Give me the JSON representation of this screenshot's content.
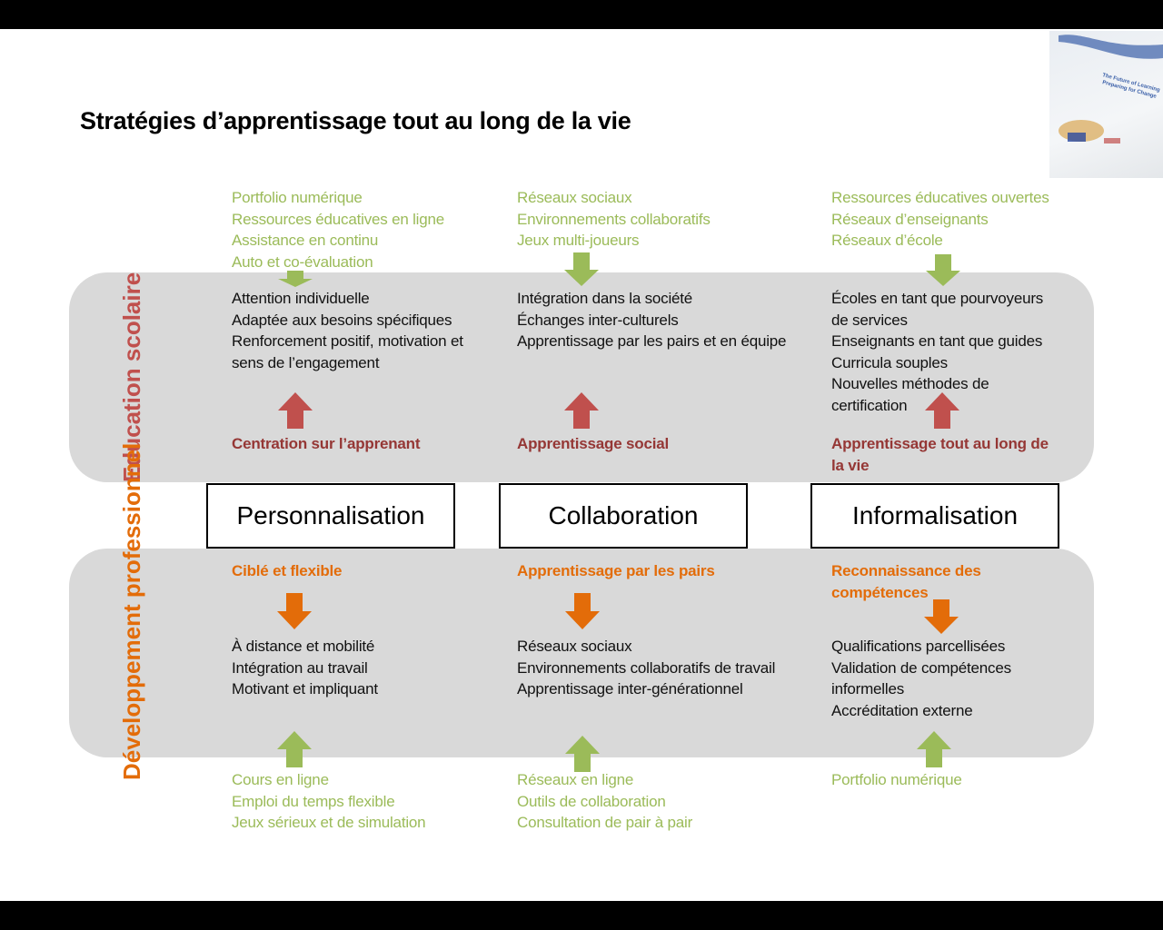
{
  "title": "Stratégies d’apprentissage tout au long de la vie",
  "thumbnail": {
    "text": "The Future of Learning: Preparing for Change"
  },
  "rows": {
    "top": "Education scolaire",
    "bottom": "Développement professionnel"
  },
  "colors": {
    "green": "#9bbb59",
    "red_arrow": "#c0504d",
    "red_text": "#953735",
    "orange": "#e36c09",
    "band": "#d9d9d9"
  },
  "columns": [
    {
      "name": "Personnalisation",
      "top_inputs": [
        "Portfolio numérique",
        "Ressources éducatives en ligne",
        "Assistance en continu",
        "Auto et co-évaluation"
      ],
      "school_items": [
        "Attention individuelle",
        "Adaptée aux besoins spécifiques",
        "Renforcement positif, motivation et",
        "sens de l’engagement"
      ],
      "school_driver": [
        "Centration sur l’apprenant"
      ],
      "prof_driver": [
        "Ciblé et flexible"
      ],
      "prof_items": [
        "À distance et mobilité",
        "Intégration au travail",
        "Motivant et impliquant"
      ],
      "bottom_inputs": [
        "Cours en ligne",
        "Emploi du temps flexible",
        "Jeux sérieux et de simulation"
      ]
    },
    {
      "name": "Collaboration",
      "top_inputs": [
        "Réseaux sociaux",
        "Environnements collaboratifs",
        "Jeux multi-joueurs"
      ],
      "school_items": [
        "Intégration dans la société",
        "Échanges inter-culturels",
        "Apprentissage par les pairs et en équipe"
      ],
      "school_driver": [
        "Apprentissage social"
      ],
      "prof_driver": [
        "Apprentissage par les pairs"
      ],
      "prof_items": [
        "Réseaux sociaux",
        "Environnements collaboratifs de travail",
        "Apprentissage inter-générationnel"
      ],
      "bottom_inputs": [
        "Réseaux en ligne",
        "Outils de collaboration",
        "Consultation de pair à pair"
      ]
    },
    {
      "name": "Informalisation",
      "top_inputs": [
        "Ressources éducatives ouvertes",
        "Réseaux d’enseignants",
        "Réseaux d’école"
      ],
      "school_items": [
        "Écoles en tant que pourvoyeurs",
        "de services",
        "Enseignants en tant que guides",
        "Curricula souples",
        "Nouvelles méthodes de",
        "certification"
      ],
      "school_driver": [
        "Apprentissage tout au long de",
        "la vie"
      ],
      "prof_driver": [
        "Reconnaissance des",
        "compétences"
      ],
      "prof_items": [
        "Qualifications  parcellisées",
        "Validation de compétences",
        "informelles",
        "Accréditation externe"
      ],
      "bottom_inputs": [
        "Portfolio numérique"
      ]
    }
  ]
}
